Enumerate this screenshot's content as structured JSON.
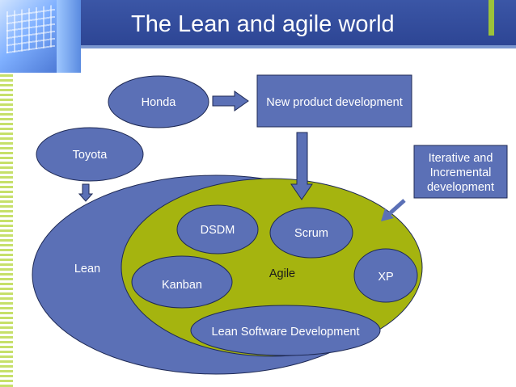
{
  "slide": {
    "title": "The Lean and agile world"
  },
  "diagram": {
    "honda": "Honda",
    "new_product_development": "New product development",
    "toyota": "Toyota",
    "iterative_line1": "Iterative and",
    "iterative_line2": "Incremental",
    "iterative_line3": "development",
    "lean": "Lean",
    "agile": "Agile",
    "dsdm": "DSDM",
    "scrum": "Scrum",
    "xp": "XP",
    "kanban": "Kanban",
    "lean_software_development": "Lean Software Development"
  },
  "colors": {
    "shape_fill": "#5b70b6",
    "agile_fill": "#a5b40f",
    "header_blue": "#2f4a9b"
  }
}
